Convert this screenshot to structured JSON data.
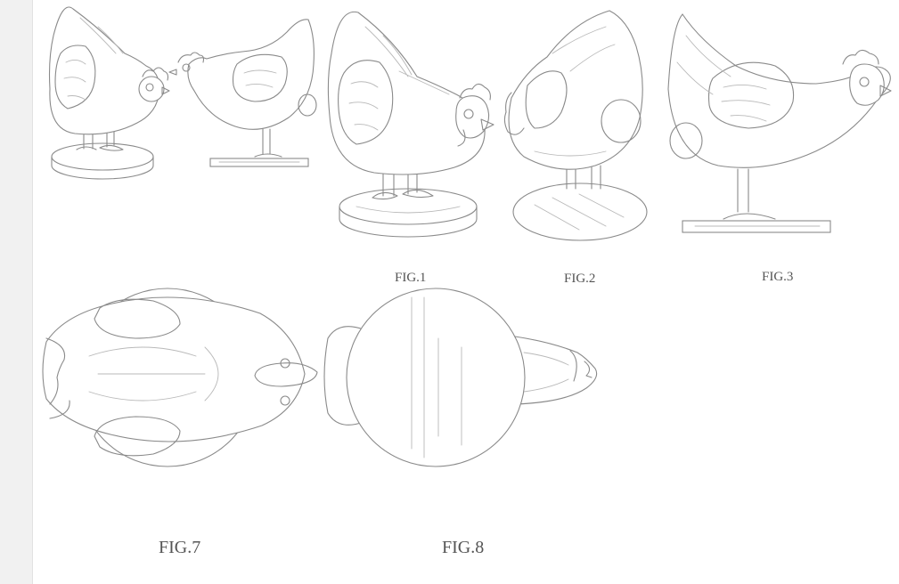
{
  "figure_labels": {
    "fig1": "FIG.1",
    "fig2": "FIG.2",
    "fig3": "FIG.3",
    "fig7": "FIG.7",
    "fig8": "FIG.8"
  },
  "colors": {
    "page": "#ffffff",
    "margin": "#f1f1f1",
    "line": "#8a8a8a",
    "label": "#555555"
  }
}
